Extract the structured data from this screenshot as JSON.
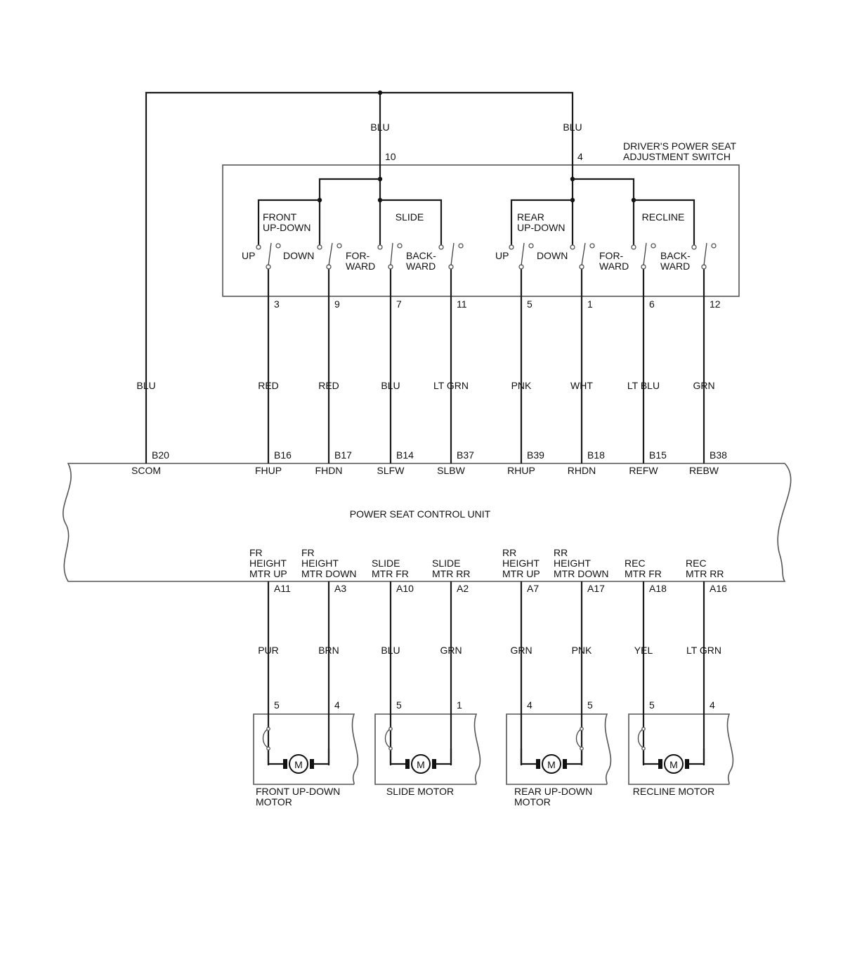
{
  "switch_unit": {
    "title_line1": "DRIVER'S POWER SEAT",
    "title_line2": "ADJUSTMENT SWITCH",
    "feed_left": {
      "wire_color": "BLU",
      "pin": "10"
    },
    "feed_right": {
      "wire_color": "BLU",
      "pin": "4"
    },
    "groups": [
      {
        "label_lines": [
          "FRONT",
          "UP-DOWN"
        ],
        "pos1_lines": [
          "UP"
        ],
        "pos2_lines": [
          "DOWN"
        ]
      },
      {
        "label_lines": [
          "SLIDE"
        ],
        "pos1_lines": [
          "FOR-",
          "WARD"
        ],
        "pos2_lines": [
          "BACK-",
          "WARD"
        ]
      },
      {
        "label_lines": [
          "REAR",
          "UP-DOWN"
        ],
        "pos1_lines": [
          "UP"
        ],
        "pos2_lines": [
          "DOWN"
        ]
      },
      {
        "label_lines": [
          "RECLINE"
        ],
        "pos1_lines": [
          "FOR-",
          "WARD"
        ],
        "pos2_lines": [
          "BACK-",
          "WARD"
        ]
      }
    ]
  },
  "control_unit": {
    "title": "POWER SEAT CONTROL UNIT",
    "common": {
      "switch_pin": "",
      "wire_color": "BLU",
      "cu_pin": "B20",
      "signal": "SCOM"
    },
    "inputs": [
      {
        "switch_pin": "3",
        "wire_color": "RED",
        "cu_pin": "B16",
        "signal": "FHUP"
      },
      {
        "switch_pin": "9",
        "wire_color": "RED",
        "cu_pin": "B17",
        "signal": "FHDN"
      },
      {
        "switch_pin": "7",
        "wire_color": "BLU",
        "cu_pin": "B14",
        "signal": "SLFW"
      },
      {
        "switch_pin": "11",
        "wire_color": "LT GRN",
        "cu_pin": "B37",
        "signal": "SLBW"
      },
      {
        "switch_pin": "5",
        "wire_color": "PNK",
        "cu_pin": "B39",
        "signal": "RHUP"
      },
      {
        "switch_pin": "1",
        "wire_color": "WHT",
        "cu_pin": "B18",
        "signal": "RHDN"
      },
      {
        "switch_pin": "6",
        "wire_color": "LT BLU",
        "cu_pin": "B15",
        "signal": "REFW"
      },
      {
        "switch_pin": "12",
        "wire_color": "GRN",
        "cu_pin": "B38",
        "signal": "REBW"
      }
    ],
    "outputs": [
      {
        "label_lines": [
          "FR",
          "HEIGHT",
          "MTR UP"
        ],
        "cu_pin": "A11",
        "wire_color": "PUR",
        "motor_pin": "5"
      },
      {
        "label_lines": [
          "FR",
          "HEIGHT",
          "MTR DOWN"
        ],
        "cu_pin": "A3",
        "wire_color": "BRN",
        "motor_pin": "4"
      },
      {
        "label_lines": [
          "SLIDE",
          "MTR FR"
        ],
        "cu_pin": "A10",
        "wire_color": "BLU",
        "motor_pin": "5"
      },
      {
        "label_lines": [
          "SLIDE",
          "MTR RR"
        ],
        "cu_pin": "A2",
        "wire_color": "GRN",
        "motor_pin": "1"
      },
      {
        "label_lines": [
          "RR",
          "HEIGHT",
          "MTR UP"
        ],
        "cu_pin": "A7",
        "wire_color": "GRN",
        "motor_pin": "4"
      },
      {
        "label_lines": [
          "RR",
          "HEIGHT",
          "MTR DOWN"
        ],
        "cu_pin": "A17",
        "wire_color": "PNK",
        "motor_pin": "5"
      },
      {
        "label_lines": [
          "REC",
          "MTR FR"
        ],
        "cu_pin": "A18",
        "wire_color": "YEL",
        "motor_pin": "5"
      },
      {
        "label_lines": [
          "REC",
          "MTR RR"
        ],
        "cu_pin": "A16",
        "wire_color": "LT GRN",
        "motor_pin": "4"
      }
    ]
  },
  "motors": [
    {
      "name_lines": [
        "FRONT UP-DOWN",
        "MOTOR"
      ],
      "symbol": "M"
    },
    {
      "name_lines": [
        "SLIDE MOTOR"
      ],
      "symbol": "M"
    },
    {
      "name_lines": [
        "REAR UP-DOWN",
        "MOTOR"
      ],
      "symbol": "M"
    },
    {
      "name_lines": [
        "RECLINE MOTOR"
      ],
      "symbol": "M"
    }
  ]
}
